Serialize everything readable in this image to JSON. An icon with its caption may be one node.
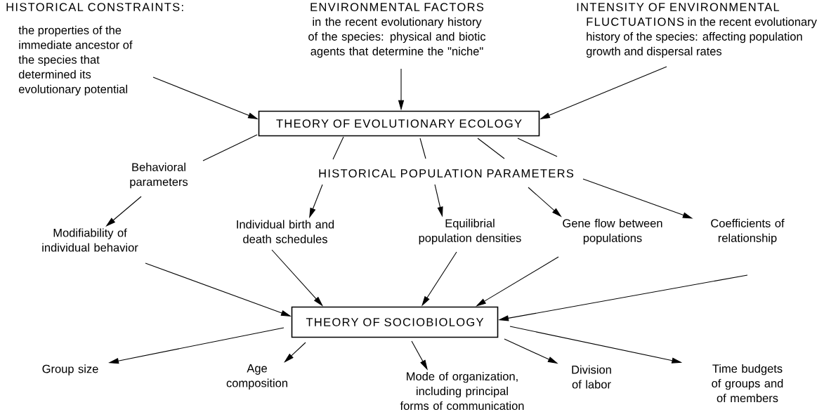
{
  "diagram": {
    "nodes": [
      {
        "text": [
          "HISTORICAL CONSTRAINTS:",
          "the properties of the immediate ancestor of the species that determined its evolutionary potential"
        ]
      },
      {
        "text": [
          "ENVIRONMENTAL FACTORS",
          "in the recent evolutionary history of the species: physical and biotic agents that determine the \"niche\""
        ]
      },
      {
        "text": [
          "INTENSITY OF ENVIRONMENTAL FLUCTUATIONS",
          "in the recent evolutionary history of the species: affecting population growth and dispersal rates"
        ]
      },
      {
        "text": [
          "THEORY OF EVOLUTIONARY ECOLOGY"
        ]
      },
      {
        "text": [
          "Behavioral parameters"
        ]
      },
      {
        "text": [
          "HISTORICAL POPULATION PARAMETERS"
        ]
      },
      {
        "text": [
          "Modifiability of individual behavior"
        ]
      },
      {
        "text": [
          "Individual birth and death schedules"
        ]
      },
      {
        "text": [
          "Equilibrial population densities"
        ]
      },
      {
        "text": [
          "Gene flow between populations"
        ]
      },
      {
        "text": [
          "Coefficients of relationship"
        ]
      },
      {
        "text": [
          "THEORY OF SOCIOBIOLOGY"
        ]
      },
      {
        "text": [
          "Group size"
        ]
      },
      {
        "text": [
          "Age composition"
        ]
      },
      {
        "text": [
          "Mode of organization, including principal forms of communication"
        ]
      },
      {
        "text": [
          "Division of labor"
        ]
      },
      {
        "text": [
          "Time budgets of groups and of members"
        ]
      }
    ],
    "edges": [
      {
        "from": 0,
        "to": 3,
        "arrow": "to"
      },
      {
        "from": 1,
        "to": 3,
        "arrow": "to"
      },
      {
        "from": 2,
        "to": 3,
        "arrow": "to"
      },
      {
        "from": 3,
        "to": 4,
        "arrow": "none"
      },
      {
        "from": 3,
        "to": 5,
        "arrow": "none"
      },
      {
        "from": 3,
        "to": 5,
        "arrow": "none"
      },
      {
        "from": 3,
        "to": 5,
        "arrow": "none"
      },
      {
        "from": 3,
        "to": 5,
        "arrow": "none"
      },
      {
        "from": 4,
        "to": 6,
        "arrow": "to"
      },
      {
        "from": 5,
        "to": 7,
        "arrow": "to"
      },
      {
        "from": 5,
        "to": 8,
        "arrow": "to"
      },
      {
        "from": 5,
        "to": 9,
        "arrow": "to"
      },
      {
        "from": 5,
        "to": 10,
        "arrow": "to"
      },
      {
        "from": 6,
        "to": 11,
        "arrow": "to"
      },
      {
        "from": 7,
        "to": 11,
        "arrow": "to"
      },
      {
        "from": 8,
        "to": 11,
        "arrow": "to"
      },
      {
        "from": 9,
        "to": 11,
        "arrow": "to"
      },
      {
        "from": null,
        "to": 11,
        "arrow": "to"
      },
      {
        "from": 11,
        "to": 12,
        "arrow": "to"
      },
      {
        "from": 11,
        "to": 13,
        "arrow": "to"
      },
      {
        "from": 11,
        "to": 14,
        "arrow": "to"
      },
      {
        "from": 11,
        "to": 15,
        "arrow": "to"
      },
      {
        "from": 11,
        "to": 16,
        "arrow": "to"
      }
    ]
  }
}
